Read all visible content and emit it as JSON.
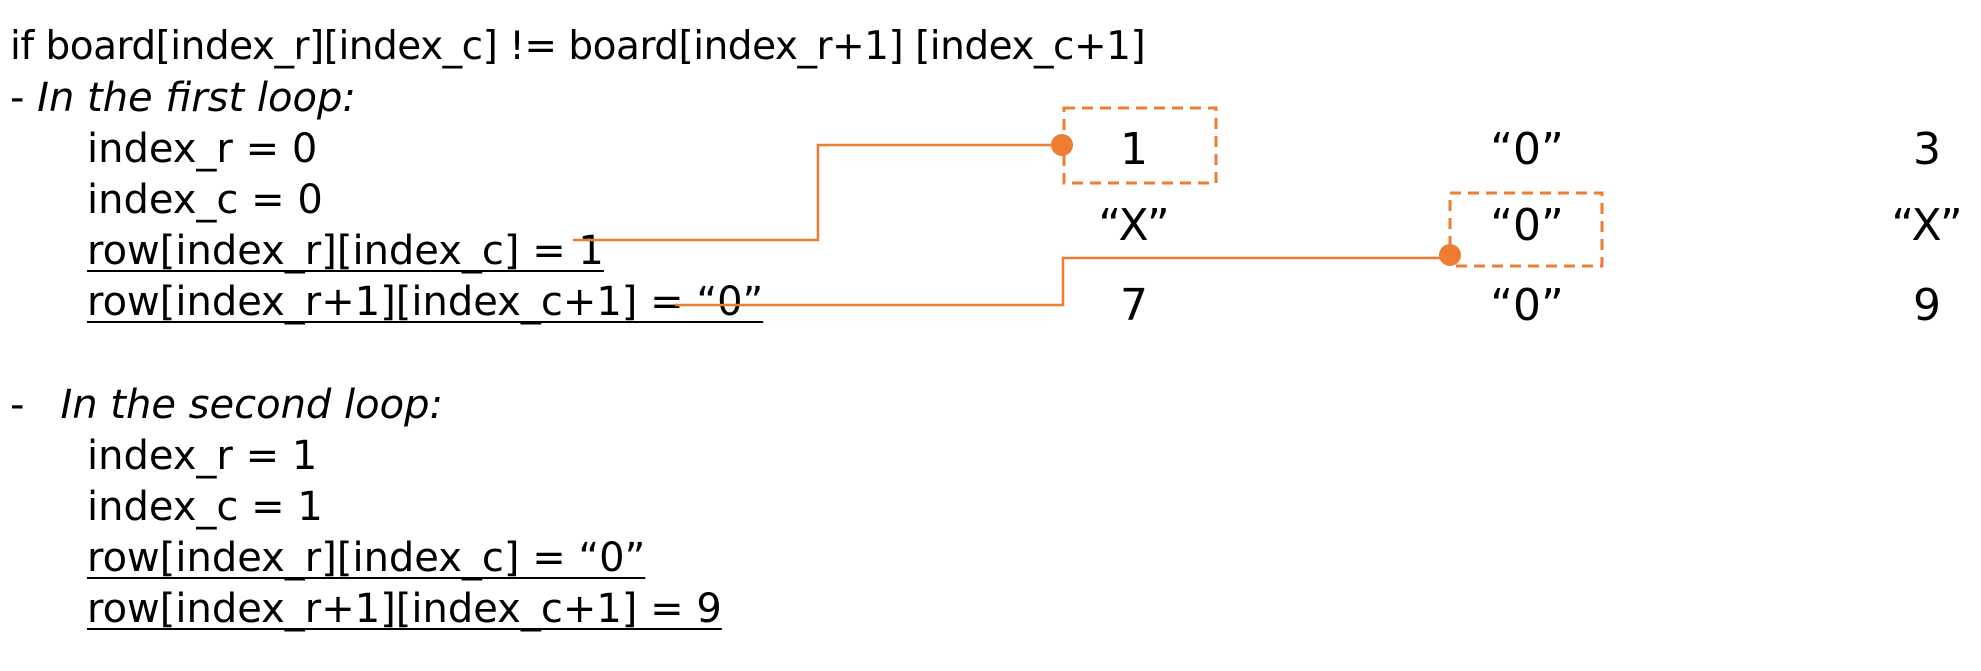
{
  "condition": "if board[index_r][index_c] != board[index_r+1] [index_c+1]",
  "first_loop": {
    "label_prefix": "- ",
    "label": "In the first loop:",
    "lines": [
      "index_r = 0",
      "index_c = 0",
      "row[index_r][index_c] = 1",
      "row[index_r+1][index_c+1] = “0”"
    ]
  },
  "second_loop": {
    "label_prefix": "-",
    "label": "In the second loop:",
    "lines": [
      "index_r = 1",
      "index_c = 1",
      "row[index_r][index_c] = “0”",
      "row[index_r+1][index_c+1] = 9"
    ]
  },
  "board": {
    "rows": [
      [
        "1",
        "“0”",
        "3"
      ],
      [
        "“X”",
        "“0”",
        "“X”"
      ],
      [
        "7",
        "“0”",
        "9"
      ]
    ]
  },
  "colors": {
    "accent": "#ED7D31",
    "text": "#000000"
  }
}
